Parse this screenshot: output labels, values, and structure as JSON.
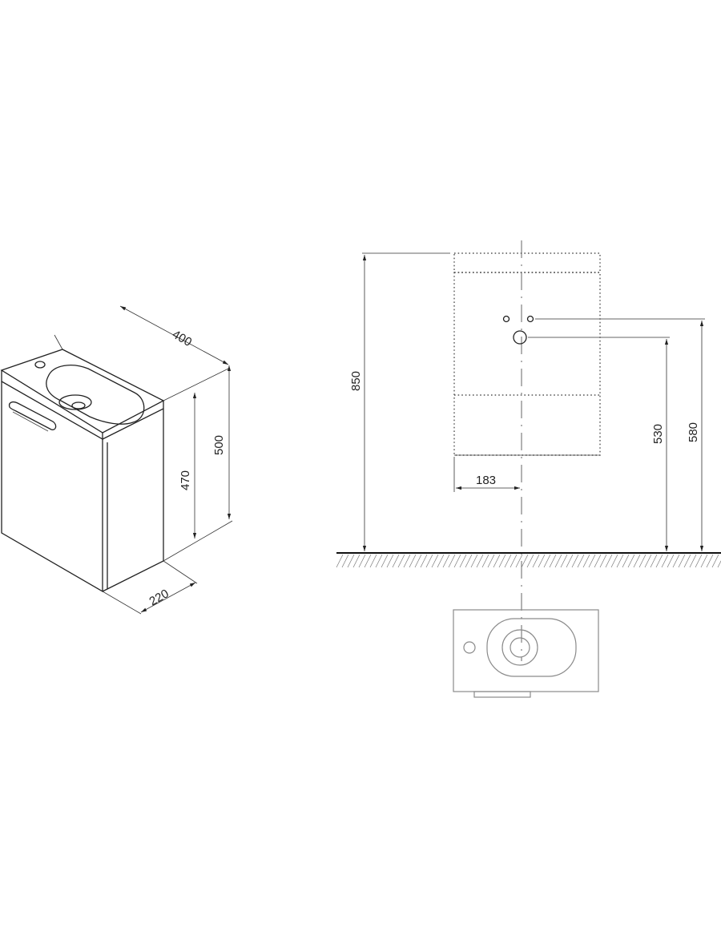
{
  "dimensions": {
    "width": "400",
    "height": "500",
    "cabinet_height": "470",
    "depth": "220",
    "total_height": "850",
    "drain_height": "530",
    "supply_height": "580",
    "drain_offset": "183"
  },
  "colors": {
    "line": "#222222",
    "background": "#ffffff"
  }
}
